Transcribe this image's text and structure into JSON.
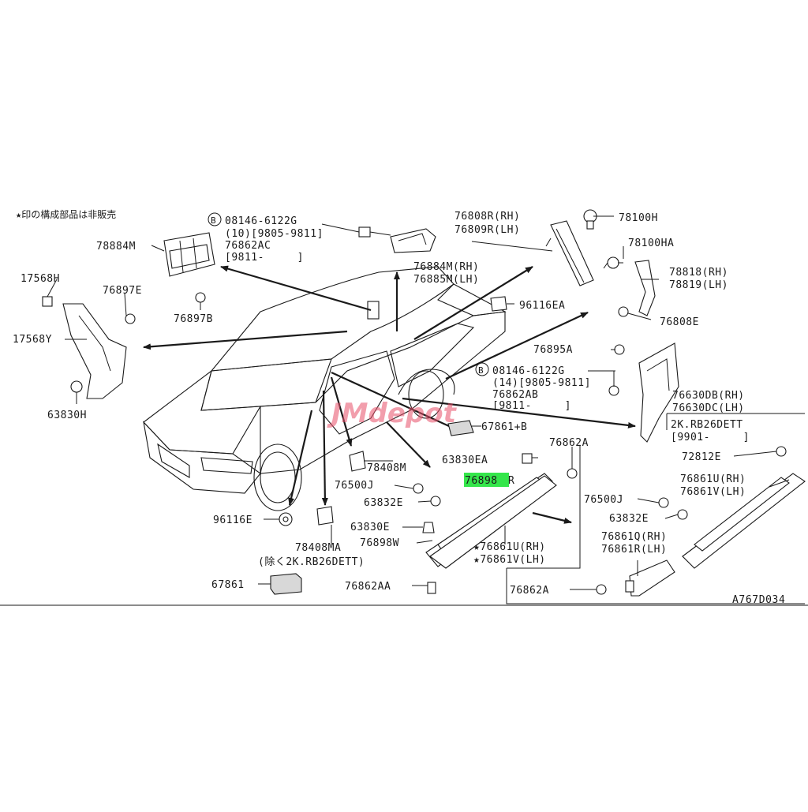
{
  "note": "★印の構成部品は非販売",
  "ref_code": "A767D034",
  "labels": {
    "b1": "B",
    "b2": "B",
    "p08146_top": "08146-6122G",
    "p08146_top_q": "(10)[9805-9811]",
    "p76862AC": "76862AC",
    "p9811_top": "[9811-     ]",
    "p78884M": "78884M",
    "p76884M": "76884M(RH)",
    "p76885M": "76885M(LH)",
    "p76808R": "76808R(RH)",
    "p76809R": "76809R(LH)",
    "p78100H": "78100H",
    "p78100HA": "78100HA",
    "p78818": "78818(RH)",
    "p78819": "78819(LH)",
    "p76808E": "76808E",
    "p17568H": "17568H",
    "p76897E": "76897E",
    "p76897B": "76897B",
    "p17568Y": "17568Y",
    "p63830H": "63830H",
    "p96116EA": "96116EA",
    "p76895A": "76895A",
    "p08146_mid": "08146-6122G",
    "p08146_mid_q": "(14)[9805-9811]",
    "p76862AB": "76862AB",
    "p9811_mid": "[9811-     ]",
    "p76630DB": "76630DB(RH)",
    "p76630DC": "76630DC(LH)",
    "p67861B": "67861+B",
    "p2K_top": "2K.RB26DETT",
    "p9901": "[9901-     ]",
    "p72812E": "72812E",
    "p76861U_r": "76861U(RH)",
    "p76861V_r": "76861V(LH)",
    "p76862A_top": "76862A",
    "p63830EA": "63830EA",
    "p78408M": "78408M",
    "p76500J_l": "76500J",
    "p76898R_hl": "76898",
    "p76898R_tail": "R",
    "p63832E_l": "63832E",
    "p96116E": "96116E",
    "p63830E": "63830E",
    "p76898W": "76898W",
    "p76861U_s": "★76861U(RH)",
    "p76861V_s": "★76861V(LH)",
    "p78408MA": "78408MA",
    "p2K_note": "(除く2K.RB26DETT)",
    "p67861": "67861",
    "p76862AA": "76862AA",
    "p76500J_r": "76500J",
    "p63832E_r": "63832E",
    "p76861Q": "76861Q(RH)",
    "p76861R": "76861R(LH)",
    "p76862A_bot": "76862A"
  },
  "watermark": "JMdepot"
}
